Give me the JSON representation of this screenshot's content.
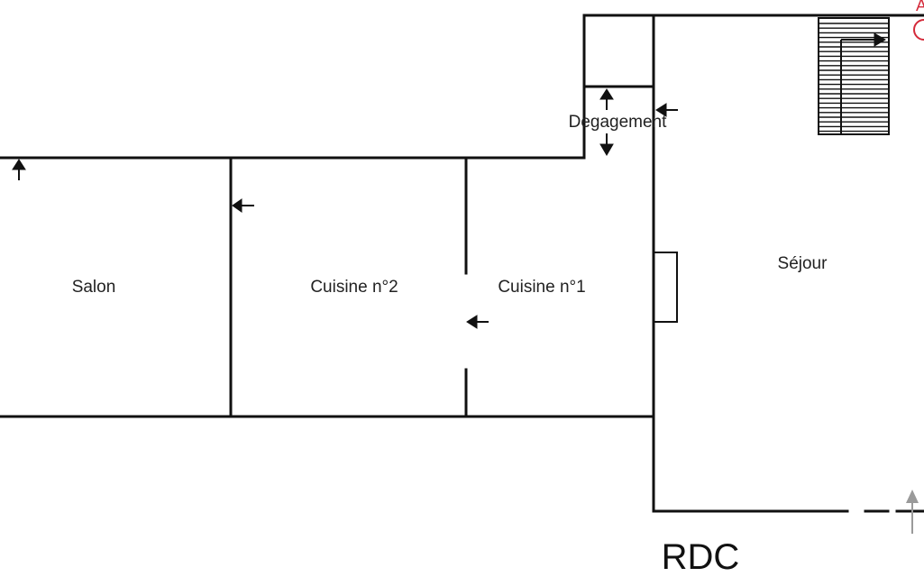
{
  "plan": {
    "level_label": "RDC",
    "rooms": {
      "salon": "Salon",
      "cuisine_2": "Cuisine n°2",
      "cuisine_1": "Cuisine n°1",
      "degagement": "Degagement",
      "sejour": "Séjour"
    },
    "corner_mark": "A",
    "colors": {
      "walls": "#111111",
      "text": "#222222",
      "corner_mark": "#d42a3a",
      "exit_arrow": "#9a9a9a"
    }
  }
}
